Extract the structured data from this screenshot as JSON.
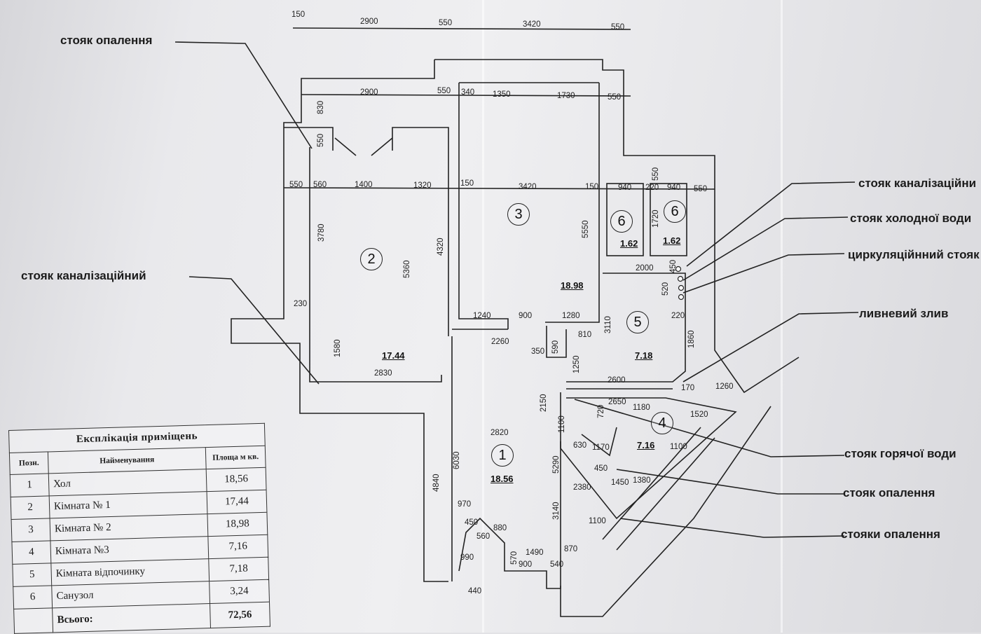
{
  "plan": {
    "callouts": {
      "heating_riser_top": "стояк опалення",
      "sewer_riser_left": "стояк каналізаційний",
      "sewer_riser_right": "стояк каналізаційни",
      "cold_water_riser": "стояк холодної води",
      "circulation_riser": "циркуляційнний стояк",
      "storm_drain": "ливневий злив",
      "hot_water_riser": "стояк горячої води",
      "heating_riser_right": "стояк опалення",
      "heating_risers": "стояки опалення"
    },
    "rooms": [
      {
        "num": "1",
        "area": "18.56"
      },
      {
        "num": "2",
        "area": "17.44"
      },
      {
        "num": "3",
        "area": "18.98"
      },
      {
        "num": "4",
        "area": "7.16"
      },
      {
        "num": "5",
        "area": "7.18"
      },
      {
        "num": "6",
        "area": "1.62"
      },
      {
        "num": "6",
        "area": "1.62"
      }
    ],
    "dims_top_outer": [
      "150",
      "2900",
      "550",
      "3420",
      "550"
    ],
    "dims_top_inner": [
      "2900",
      "550",
      "340",
      "1350",
      "1730",
      "550"
    ],
    "dims_mid_row": [
      "550",
      "560",
      "1400",
      "1320",
      "150",
      "3420",
      "150",
      "940",
      "220",
      "940",
      "550"
    ],
    "dims_misc": [
      "830",
      "550",
      "3780",
      "5360",
      "4320",
      "5550",
      "1720",
      "550",
      "230",
      "1580",
      "2830",
      "1240",
      "900",
      "1280",
      "2260",
      "350",
      "590",
      "810",
      "3110",
      "2000",
      "520",
      "450",
      "220",
      "1860",
      "1250",
      "2600",
      "170",
      "1260",
      "2150",
      "2650",
      "1180",
      "1100",
      "1520",
      "720",
      "2820",
      "630",
      "1170",
      "450",
      "1450",
      "1380",
      "1100",
      "5290",
      "2380",
      "3140",
      "1100",
      "6030",
      "4840",
      "970",
      "450",
      "560",
      "880",
      "990",
      "570",
      "1490",
      "900",
      "540",
      "870",
      "440"
    ]
  },
  "legend": {
    "title": "Експлікація приміщень",
    "headers": [
      "Позн.",
      "Найменування",
      "Площа м кв."
    ],
    "rows": [
      {
        "pos": "1",
        "name": "Хол",
        "area": "18,56"
      },
      {
        "pos": "2",
        "name": "Кімната № 1",
        "area": "17,44"
      },
      {
        "pos": "3",
        "name": "Кімната № 2",
        "area": "18,98"
      },
      {
        "pos": "4",
        "name": "Кімната №3",
        "area": "7,16"
      },
      {
        "pos": "5",
        "name": "Кімната відпочинку",
        "area": "7,18"
      },
      {
        "pos": "6",
        "name": "Санузол",
        "area": "3,24"
      }
    ],
    "total_label": "Всього:",
    "total_value": "72,56"
  }
}
